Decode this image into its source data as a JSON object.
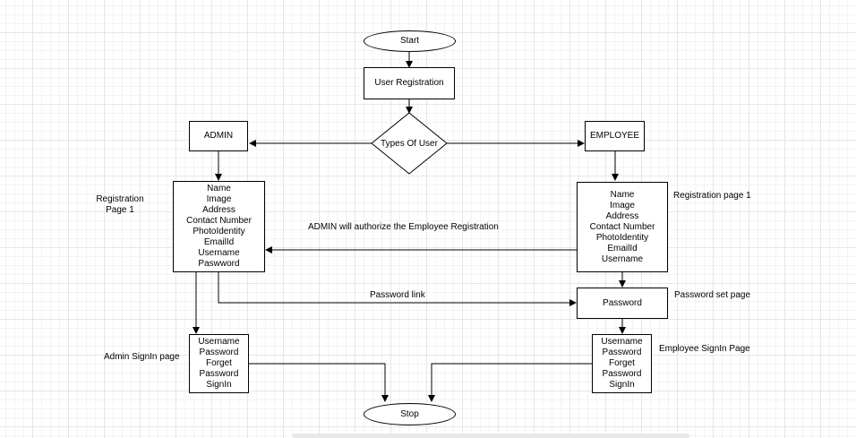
{
  "nodes": {
    "start": "Start",
    "user_registration": "User Registration",
    "types_of_user": "Types Of User",
    "admin": "ADMIN",
    "employee": "EMPLOYEE",
    "admin_fields": [
      "Name",
      "Image",
      "Address",
      "Contact Number",
      "PhotoIdentity",
      "EmailId",
      "Username",
      "Paswword"
    ],
    "employee_fields": [
      "Name",
      "Image",
      "Address",
      "Contact Number",
      "PhotoIdentity",
      "EmailId",
      "Username"
    ],
    "password": "Password",
    "admin_signin_fields": [
      "Username",
      "Password",
      "Forget",
      "Password",
      "SignIn"
    ],
    "employee_signin_fields": [
      "Username",
      "Password",
      "Forget",
      "Password",
      "SignIn"
    ],
    "stop": "Stop"
  },
  "labels": {
    "registration_page_left": [
      "Registration",
      "Page 1"
    ],
    "registration_page_right": "Registration page 1",
    "admin_authorize": "ADMIN will authorize the Employee Registration",
    "password_link": "Password link",
    "password_set_page": "Password set page",
    "admin_signin_page": "Admin SignIn page",
    "employee_signin_page": "Employee SignIn Page"
  }
}
